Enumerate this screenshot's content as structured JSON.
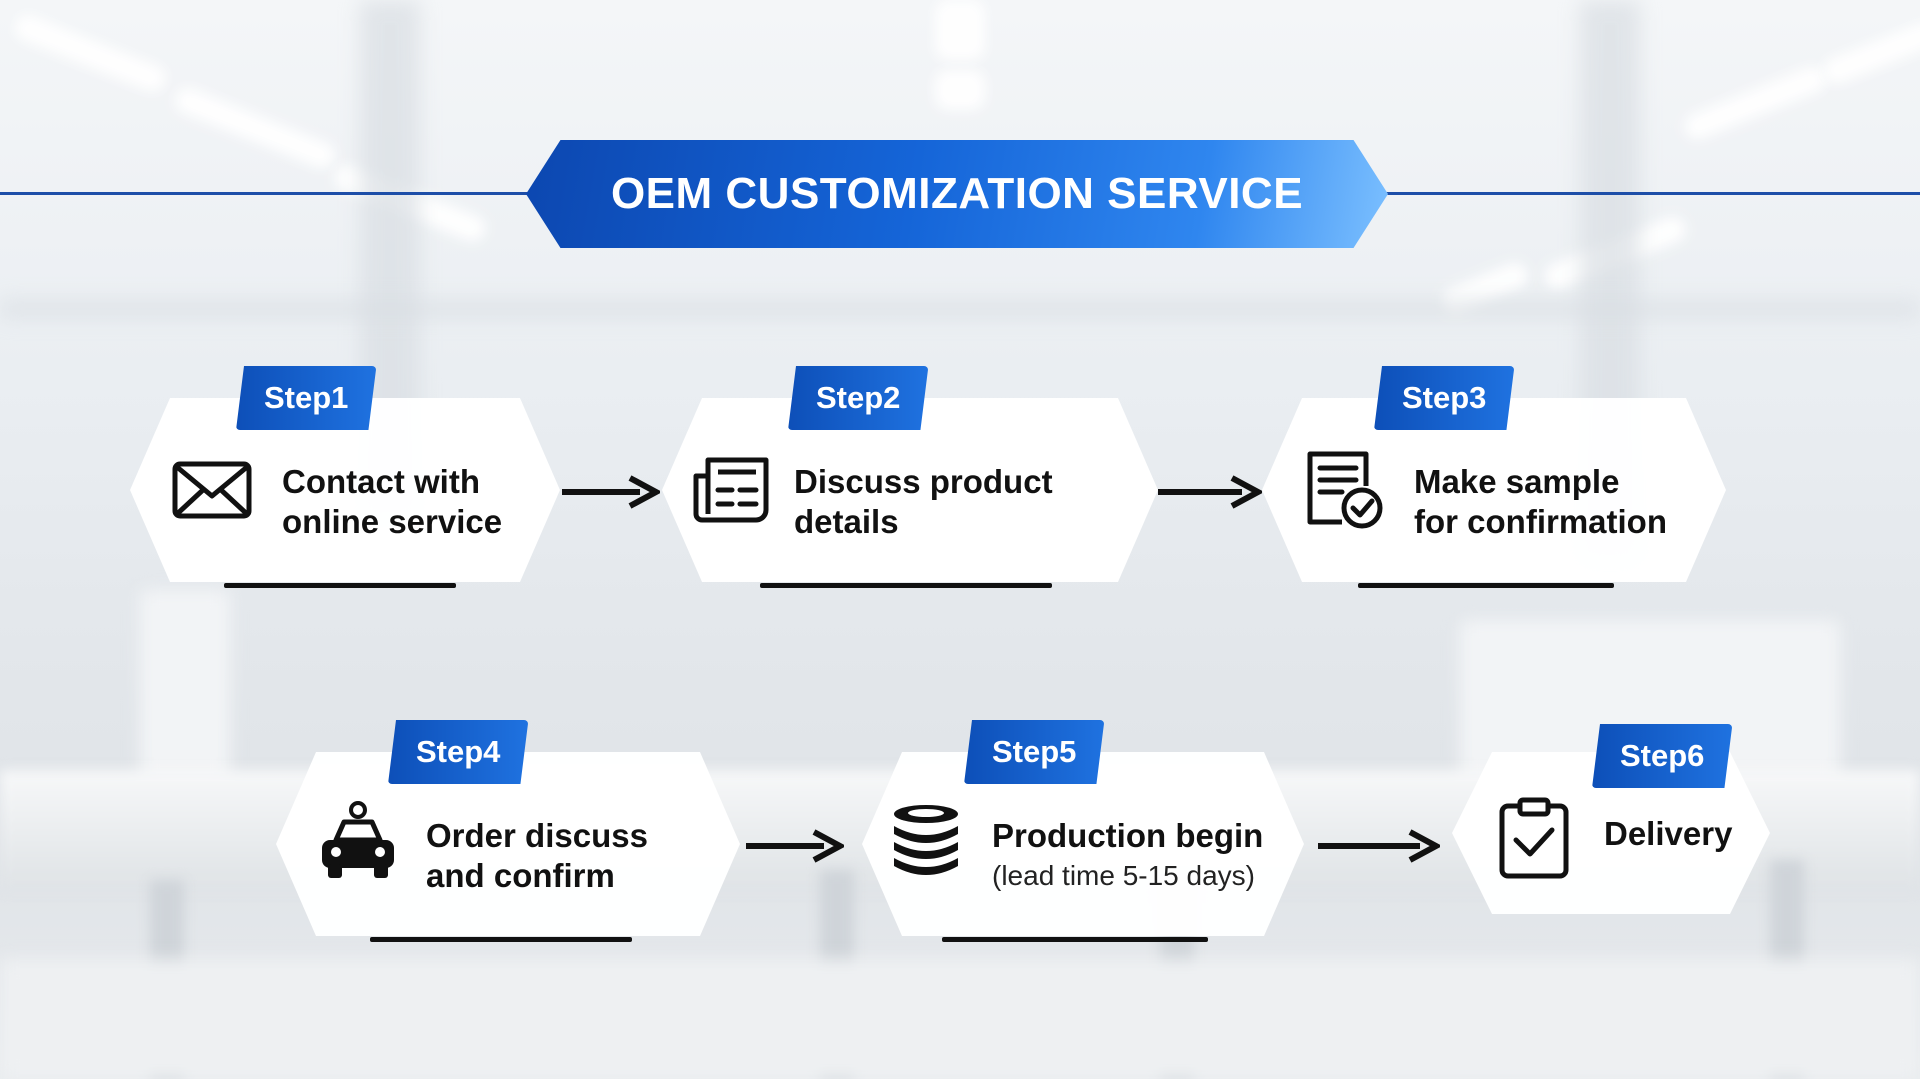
{
  "header": {
    "title": "OEM CUSTOMIZATION SERVICE"
  },
  "colors": {
    "accent": "#1565d8",
    "accent_dark": "#0c47b0",
    "text": "#111111"
  },
  "steps": [
    {
      "badge": "Step1",
      "line1": "Contact with",
      "line2": "online service",
      "icon": "envelope-icon"
    },
    {
      "badge": "Step2",
      "line1": "Discuss product",
      "line2": "details",
      "icon": "document-list-icon"
    },
    {
      "badge": "Step3",
      "line1": "Make sample",
      "line2": "for confirmation",
      "icon": "document-check-icon"
    },
    {
      "badge": "Step4",
      "line1": "Order discuss",
      "line2": "and confirm",
      "icon": "taxi-person-icon"
    },
    {
      "badge": "Step5",
      "line1": "Production begin",
      "line2": "(lead time 5-15 days)",
      "icon": "coin-stack-icon"
    },
    {
      "badge": "Step6",
      "line1": "Delivery",
      "icon": "clipboard-check-icon"
    }
  ]
}
